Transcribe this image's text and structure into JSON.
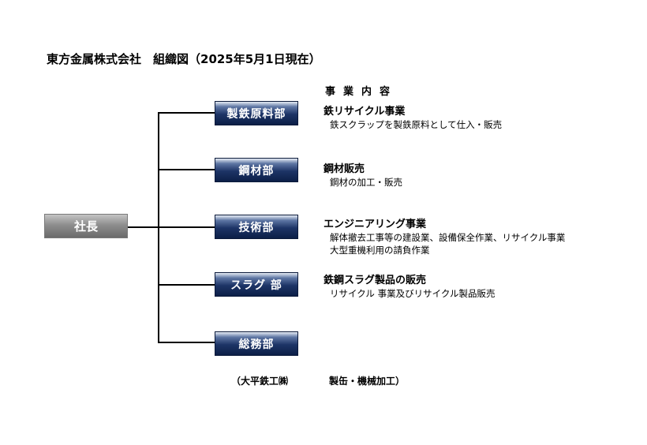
{
  "title": "東方金属株式会社　組織図（2025年5月1日現在）",
  "column_header": "事業内容",
  "ceo": {
    "label": "社長"
  },
  "departments": [
    {
      "label": "製鉄原料部",
      "business_title": "鉄リサイクル事業",
      "business_details": [
        "鉄スクラップを製鉄原料として仕入・販売"
      ]
    },
    {
      "label": "鋼材部",
      "business_title": "鋼材販売",
      "business_details": [
        "鋼材の加工・販売"
      ]
    },
    {
      "label": "技術部",
      "business_title": "エンジニアリング事業",
      "business_details": [
        "解体撤去工事等の建設業、設備保全作業、リサイクル事業",
        "大型重機利用の請負作業"
      ]
    },
    {
      "label": "スラグ 部",
      "business_title": "鉄鋼スラグ製品の販売",
      "business_details": [
        "リサイクル 事業及びリサイクル製品販売"
      ]
    },
    {
      "label": "総務部",
      "business_title": "",
      "business_details": []
    }
  ],
  "footnote": {
    "company": "（大平鉄工㈱",
    "business": "製缶・機械加工）"
  }
}
